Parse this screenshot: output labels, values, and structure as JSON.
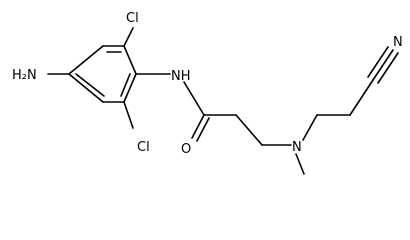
{
  "molecule": {
    "atoms": {
      "amine": "H₂N",
      "chloro_top": "Cl",
      "chloro_bottom": "Cl",
      "amide_nh": "NH",
      "carbonyl_o": "O",
      "tertiary_n": "N",
      "nitrile_n": "N"
    },
    "colors": {
      "bond": "#000000",
      "label": "#000000",
      "background": "#ffffff"
    }
  }
}
